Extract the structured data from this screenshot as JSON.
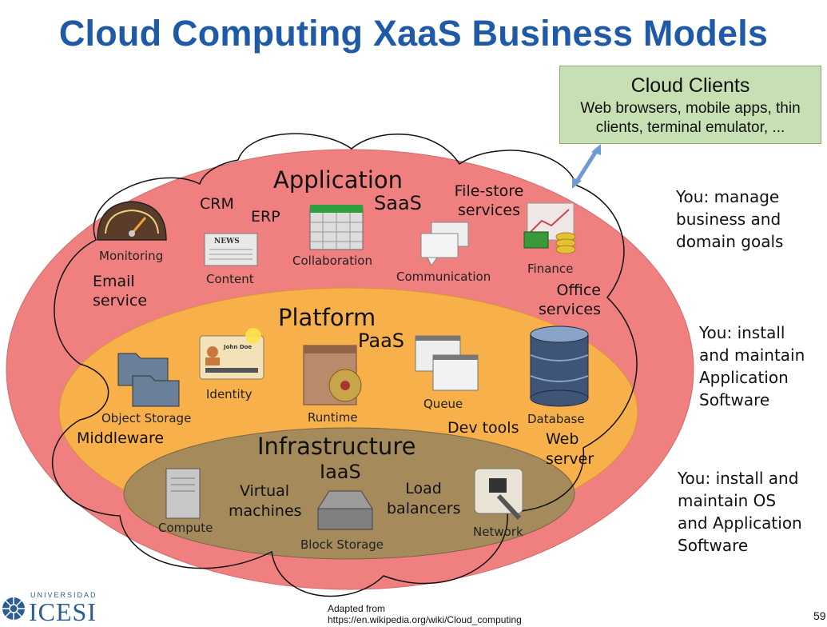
{
  "title": "Cloud Computing XaaS Business Models",
  "clients": {
    "title": "Cloud Clients",
    "desc": "Web browsers, mobile apps, thin clients, terminal emulator, ..."
  },
  "layers": {
    "application": {
      "title": "Application",
      "model": "SaaS",
      "items": [
        "Monitoring",
        "Content",
        "Collaboration",
        "Communication",
        "Finance"
      ],
      "extra": [
        "CRM",
        "ERP",
        "File-store services",
        "Email service",
        "Office services"
      ]
    },
    "platform": {
      "title": "Platform",
      "model": "PaaS",
      "items": [
        "Object Storage",
        "Identity",
        "Runtime",
        "Queue",
        "Database"
      ],
      "extra": [
        "Middleware",
        "Dev tools",
        "Web server"
      ]
    },
    "infrastructure": {
      "title": "Infrastructure",
      "model": "IaaS",
      "items": [
        "Compute",
        "Block Storage",
        "Network"
      ],
      "extra": [
        "Virtual machines",
        "Load balancers"
      ]
    }
  },
  "you": {
    "saas": "You: manage\nbusiness and\ndomain goals",
    "paas": "You: install\nand maintain\nApplication\nSoftware",
    "iaas": "You: install and\nmaintain OS\nand Application\nSoftware"
  },
  "icon_text": {
    "news": "NEWS",
    "id_name": "John Doe"
  },
  "footer": {
    "credit": "Adapted from\nhttps://en.wikipedia.org/wiki/Cloud_computing",
    "page": "59",
    "logo_top": "UNIVERSIDAD",
    "logo_name": "ICESI"
  },
  "colors": {
    "title": "#1f5aa6",
    "saas": "#f08080",
    "paas": "#f7b04a",
    "iaas": "#a58a5c",
    "clients_box": "#c6e0b4"
  }
}
